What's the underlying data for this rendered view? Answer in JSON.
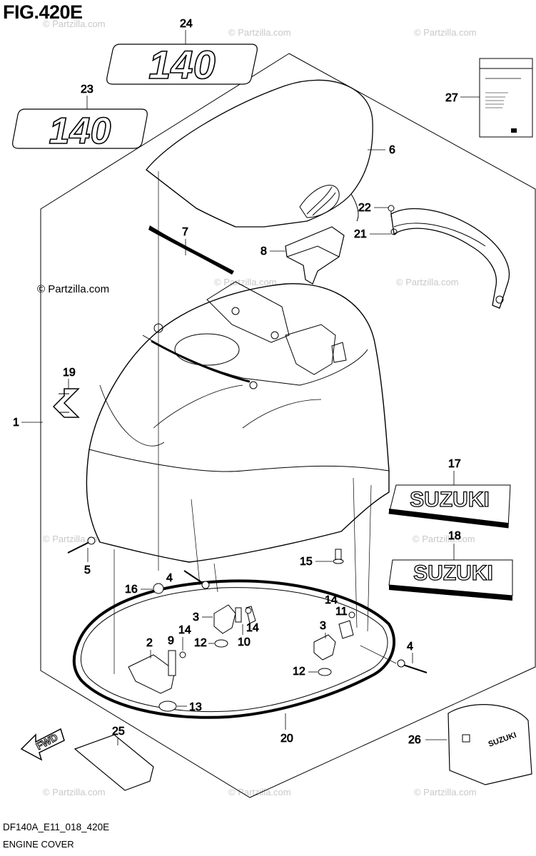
{
  "figure": {
    "title": "FIG.420E",
    "code": "DF140A_E11_018_420E",
    "name": "ENGINE COVER"
  },
  "watermark": {
    "text": "© Partzilla.com"
  },
  "decals": {
    "model_number": "140",
    "brand": "SUZUKI",
    "fwd": "FWD"
  },
  "callouts": [
    "24",
    "23",
    "27",
    "6",
    "22",
    "21",
    "7",
    "8",
    "19",
    "1",
    "17",
    "18",
    "5",
    "15",
    "4",
    "16",
    "14",
    "3",
    "11",
    "10",
    "2",
    "9",
    "12",
    "13",
    "20",
    "25",
    "26"
  ]
}
